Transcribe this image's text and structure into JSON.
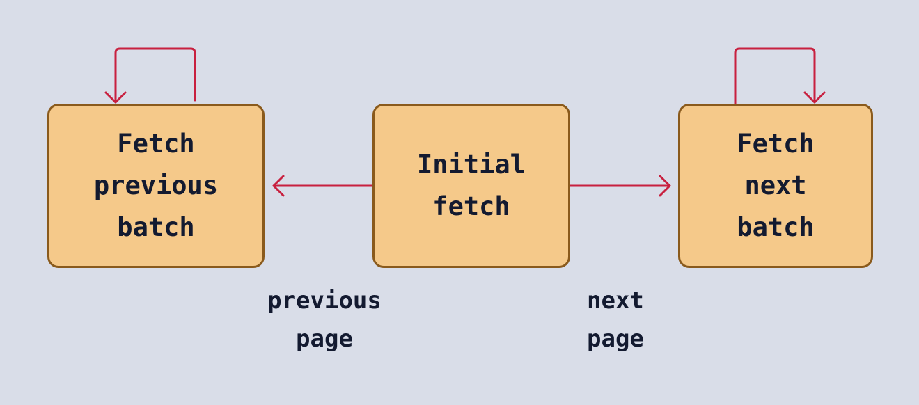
{
  "diagram": {
    "nodes": {
      "previous": {
        "lines": [
          "Fetch",
          "previous",
          "batch"
        ]
      },
      "initial": {
        "lines": [
          "Initial",
          "fetch"
        ]
      },
      "next": {
        "lines": [
          "Fetch",
          "next",
          "batch"
        ]
      }
    },
    "edges": {
      "previous_page": {
        "label_lines": [
          "previous",
          "page"
        ]
      },
      "next_page": {
        "label_lines": [
          "next",
          "page"
        ]
      }
    }
  },
  "colors": {
    "background": "#d9dde8",
    "node_fill": "#f5c98a",
    "node_border": "#8a5a1c",
    "arrow": "#c8203f",
    "text": "#131a30"
  }
}
